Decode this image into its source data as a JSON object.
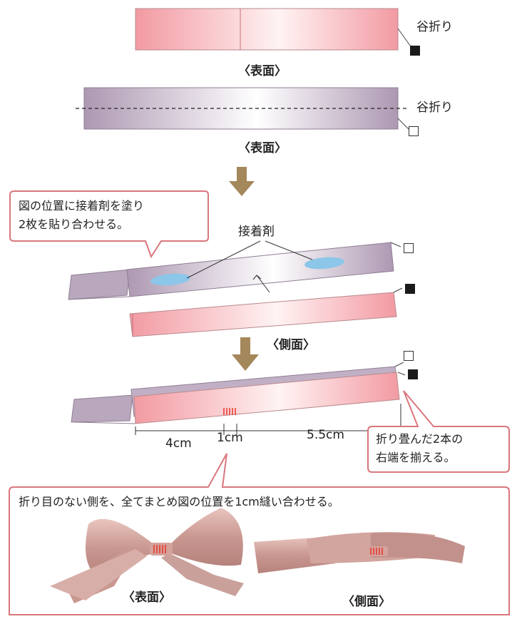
{
  "fold_labels": {
    "top": "谷折り",
    "second": "谷折り"
  },
  "captions": {
    "surface1": "〈表面〉",
    "surface2": "〈表面〉",
    "side1": "〈側面〉",
    "photo_surface": "〈表面〉",
    "photo_side": "〈側面〉"
  },
  "glue_label": "接着剤",
  "callouts": {
    "glue": [
      "図の位置に接着剤を塗り",
      "2枚を貼り合わせる。"
    ],
    "align": [
      "折り畳んだ2本の",
      "右端を揃える。"
    ],
    "sew": "折り目のない側を、全てまとめ図の位置を1cm縫い合わせる。"
  },
  "dimensions": {
    "left": "4cm",
    "middle": "1cm",
    "right": "5.5cm"
  },
  "colors": {
    "pink": "#f4a3aa",
    "lavender": "#b9a7bd",
    "glue": "#8cc6e8",
    "arrow": "#a4875a",
    "callout_border": "#d9777d",
    "stitch": "#e8332a",
    "satin": "#d7aaa4"
  }
}
